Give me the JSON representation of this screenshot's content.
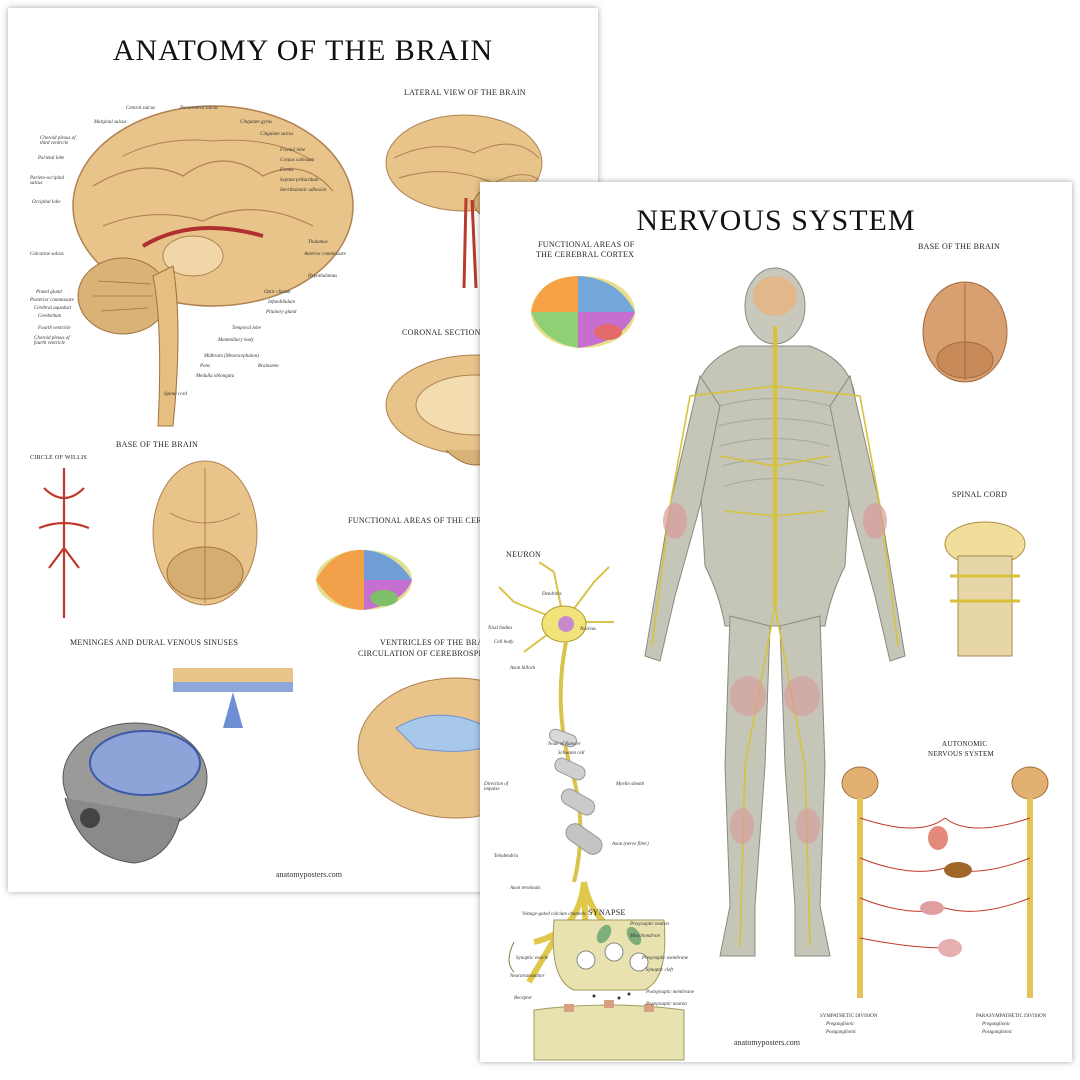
{
  "brain_poster": {
    "title": "ANATOMY OF THE BRAIN",
    "sections": {
      "lateral": "LATERAL VIEW OF THE BRAIN",
      "coronal": "CORONAL SECTION O",
      "base": "BASE OF THE BRAIN",
      "willis": "CIRCLE OF WILLIS",
      "functional": "FUNCTIONAL AREAS OF THE CERE",
      "meninges": "MENINGES AND DURAL VENOUS SINUSES",
      "ventricles_1": "VENTRICLES OF THE BRAI",
      "ventricles_2": "CIRCULATION OF CEREBROSPINA"
    },
    "labels": {
      "central_sulcus": "Central sulcus",
      "paracentral": "Paracentral sulcus",
      "marginal": "Marginal sulcus",
      "cingulate_gyrus": "Cingulate gyrus",
      "cingulate_sulcus": "Cingulate sulcus",
      "choroid": "Choroid plexus of third ventricle",
      "parietal": "Parietal lobe",
      "parieto_occipital": "Parieto-occipital sulcus",
      "occipital": "Occipital lobe",
      "frontal": "Frontal lobe",
      "corpus": "Corpus callosum",
      "fornix": "Fornix",
      "septum": "Septum pellucidum",
      "interthalamic": "Interthalamic adhesion",
      "thalamus": "Thalamus",
      "calcarine": "Calcarine sulcus",
      "anterior_commissure": "Anterior commissure",
      "hypothalamus": "Hypothalamus",
      "pineal": "Pineal gland",
      "posterior_commissure": "Posterior commissure",
      "cerebral_aqueduct": "Cerebral aqueduct",
      "cerebellum": "Cerebellum",
      "fourth": "Fourth ventricle",
      "choroid4": "Choroid plexus of fourth ventricle",
      "optic_chiasm": "Optic chiasm",
      "infundibulum": "Infundibulum",
      "pituitary": "Pituitary gland",
      "temporal": "Temporal lobe",
      "mammillary": "Mammillary body",
      "midbrain": "Midbrain (Mesencephalon)",
      "pons": "Pons",
      "medulla": "Medulla oblongata",
      "brainstem": "Brainstem",
      "spinal": "Spinal cord"
    },
    "footer": "anatomyposters.com"
  },
  "nervous_poster": {
    "title": "NERVOUS SYSTEM",
    "sections": {
      "functional_1": "FUNCTIONAL AREAS OF",
      "functional_2": "THE CEREBRAL CORTEX",
      "base": "BASE OF THE BRAIN",
      "spinal": "SPINAL CORD",
      "neuron": "NEURON",
      "synapse": "SYNAPSE",
      "autonomic_1": "AUTONOMIC",
      "autonomic_2": "NERVOUS SYSTEM",
      "sympathetic": "SYMPATHETIC DIVISION",
      "parasympathetic": "PARASYMPATHETIC DIVISION"
    },
    "labels": {
      "dendrites": "Dendrites",
      "nucleus": "Nucleus",
      "nissl": "Nissl bodies",
      "cell_body": "Cell body",
      "axon_hillock": "Axon hillock",
      "node": "Node of Ranvier",
      "schwann": "Schwann cell",
      "myelin": "Myelin sheath",
      "direction": "Direction of impulse",
      "axon": "Axon (nerve fiber)",
      "telodendria": "Telodendria",
      "axon_terminals": "Axon terminals",
      "voltage": "Voltage-gated calcium channels",
      "presynaptic": "Presynaptic neuron",
      "mitochondrion": "Mitochondrion",
      "synaptic_vesicle": "Synaptic vesicle",
      "presyn_membrane": "Presynaptic membrane",
      "neurotransmitter": "Neurotransmitter",
      "synaptic_cleft": "Synaptic cleft",
      "receptor": "Receptor",
      "postsyn_membrane": "Postsynaptic membrane",
      "postsynaptic": "Postsynaptic neuron",
      "preganglionic": "Preganglionic",
      "postganglionic": "Postganglionic"
    },
    "footer": "anatomyposters.com"
  },
  "colors": {
    "brain_tan": "#e8c48a",
    "brain_shade": "#c99a5a",
    "nerve_yellow": "#e8d24a",
    "artery_red": "#c0392b",
    "ventricle_blue": "#6f8fd4",
    "neuron_yellow": "#f2e27a",
    "body_gray": "#b8b8ae"
  }
}
